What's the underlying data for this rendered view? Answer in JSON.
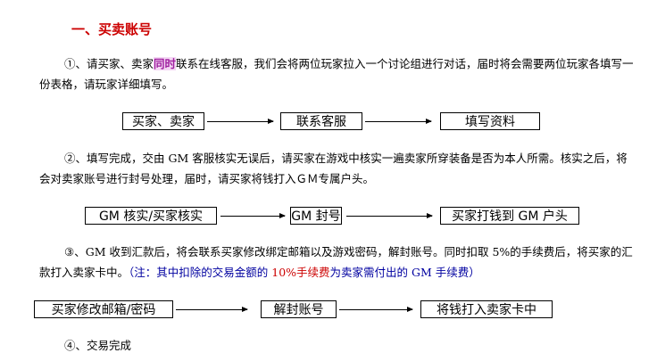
{
  "section": {
    "title": "一、买卖账号"
  },
  "step1": {
    "pre": "①、请买家、卖家",
    "highlight": "同时",
    "post": "联系在线客服，我们会将两位玩家拉入一个讨论组进行对话，届时将会需要两位玩家各填写一份表格，请玩家详细填写。"
  },
  "flow1": [
    "买家、卖家",
    "联系客服",
    "填写资料"
  ],
  "step2": {
    "text": "②、填写完成，交由 GM 客服核实无误后，请买家在游戏中核实一遍卖家所穿装备是否为本人所需。核实之后，将会对卖家账号进行封号处理，届时，请买家将钱打入ＧＭ专属户头。"
  },
  "flow2": [
    "GM 核实/买家核实",
    "GM 封号",
    "买家打钱到 GM 户头"
  ],
  "step3": {
    "text": "③、GM 收到汇款后，将会联系买家修改绑定邮箱以及游戏密码，解封账号。同时扣取 5%的手续费后，将买家的汇款打入卖家卡中。",
    "note_pre": "（注：其中扣除的交易金额的 ",
    "note_red": "10%手续费",
    "note_post": "为卖家需付出的 GM 手续费）"
  },
  "flow3": [
    "买家修改邮箱/密码",
    "解封账号",
    "将钱打入卖家卡中"
  ],
  "step4": {
    "text": "④、交易完成"
  }
}
